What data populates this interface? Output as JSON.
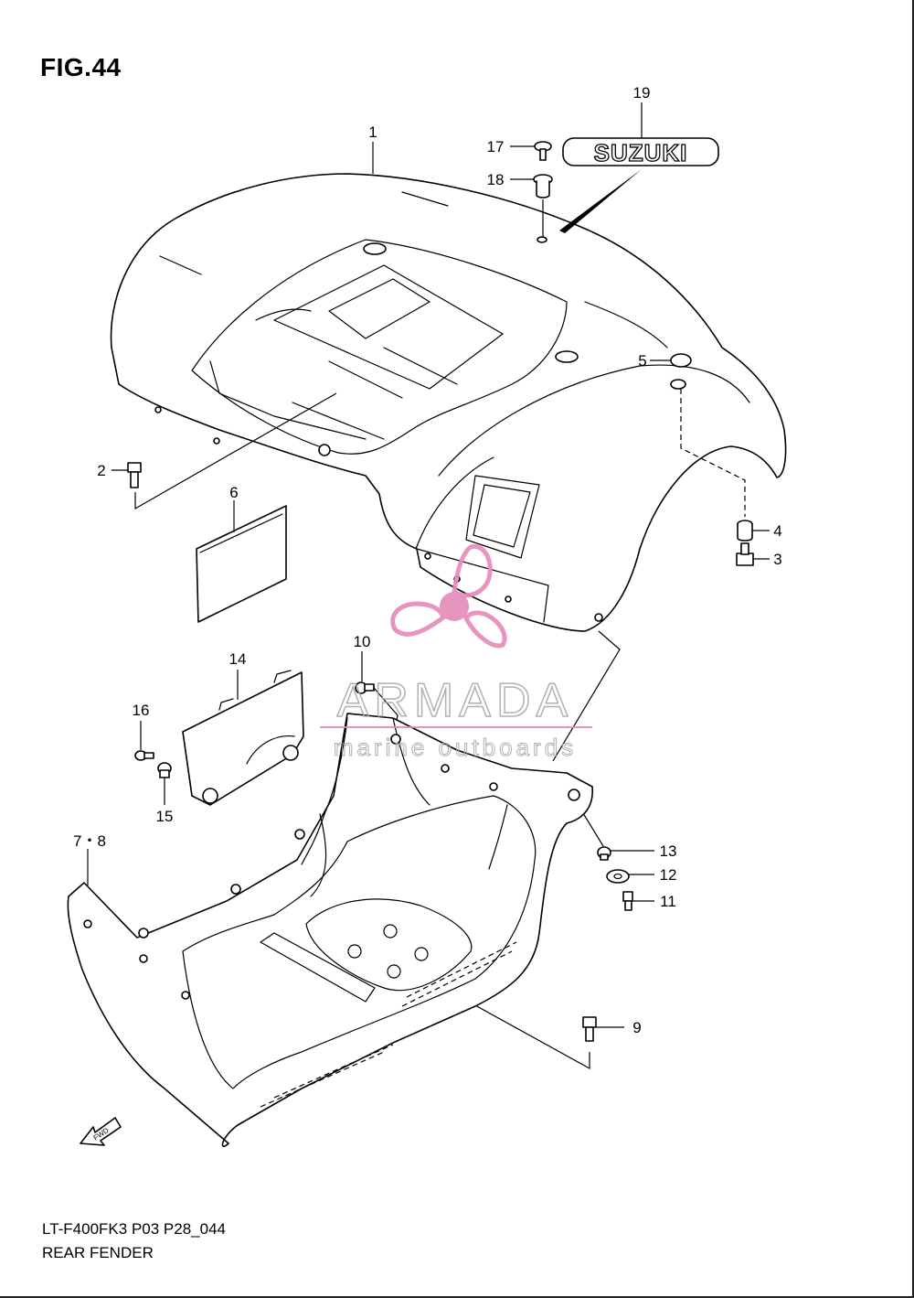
{
  "figure": {
    "title": "FIG.44",
    "model_code": "LT-F400FK3 P03 P28_044",
    "section_name": "REAR FENDER"
  },
  "decal": {
    "text": "SUZUKI"
  },
  "fwd_arrow": {
    "text": "FWD"
  },
  "watermark": {
    "brand": "ARMADA",
    "tagline": "marine outboards",
    "color": "#e58ab8"
  },
  "callouts": [
    {
      "id": "c1",
      "text": "1"
    },
    {
      "id": "c2",
      "text": "2"
    },
    {
      "id": "c3",
      "text": "3"
    },
    {
      "id": "c4",
      "text": "4"
    },
    {
      "id": "c5",
      "text": "5"
    },
    {
      "id": "c6",
      "text": "6"
    },
    {
      "id": "c78",
      "text": "7・8"
    },
    {
      "id": "c9",
      "text": "9"
    },
    {
      "id": "c10",
      "text": "10"
    },
    {
      "id": "c11",
      "text": "11"
    },
    {
      "id": "c12",
      "text": "12"
    },
    {
      "id": "c13",
      "text": "13"
    },
    {
      "id": "c14",
      "text": "14"
    },
    {
      "id": "c15",
      "text": "15"
    },
    {
      "id": "c16",
      "text": "16"
    },
    {
      "id": "c17",
      "text": "17"
    },
    {
      "id": "c18",
      "text": "18"
    },
    {
      "id": "c19",
      "text": "19"
    }
  ]
}
